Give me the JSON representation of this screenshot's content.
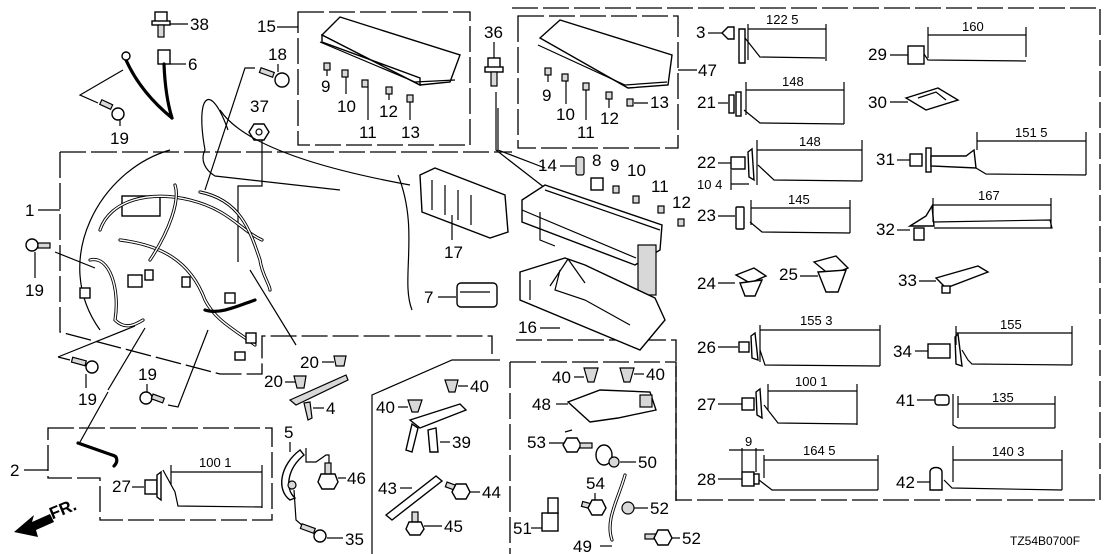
{
  "diagram": {
    "code": "TZ54B0700F",
    "front_arrow_label": "FR.",
    "callouts": {
      "p1": "1",
      "p2": "2",
      "p3": "3",
      "p4": "4",
      "p5": "5",
      "p6": "6",
      "p7": "7",
      "p8": "8",
      "p9a": "9",
      "p9b": "9",
      "p9c": "9",
      "p10a": "10",
      "p10b": "10",
      "p10c": "10",
      "p11a": "11",
      "p11b": "11",
      "p11c": "11",
      "p12a": "12",
      "p12b": "12",
      "p12c": "12",
      "p13a": "13",
      "p13b": "13",
      "p14": "14",
      "p15": "15",
      "p16": "16",
      "p17": "17",
      "p18": "18",
      "p19a": "19",
      "p19b": "19",
      "p19c": "19",
      "p19d": "19",
      "p20a": "20",
      "p20b": "20",
      "p21": "21",
      "p22": "22",
      "p23": "23",
      "p24": "24",
      "p25": "25",
      "p26": "26",
      "p27a": "27",
      "p27b": "27",
      "p28": "28",
      "p29": "29",
      "p30": "30",
      "p31": "31",
      "p32": "32",
      "p33": "33",
      "p34": "34",
      "p35": "35",
      "p36": "36",
      "p37": "37",
      "p38": "38",
      "p39": "39",
      "p40a": "40",
      "p40b": "40",
      "p40c": "40",
      "p40d": "40",
      "p41": "41",
      "p42": "42",
      "p43": "43",
      "p44": "44",
      "p45": "45",
      "p46": "46",
      "p47": "47",
      "p48": "48",
      "p49": "49",
      "p50": "50",
      "p51": "51",
      "p52a": "52",
      "p52b": "52",
      "p53": "53",
      "p54": "54"
    },
    "dimensions": {
      "d3": "122 5",
      "d29": "160",
      "d21": "148",
      "d22": "148",
      "d22_offset": "10 4",
      "d31": "151 5",
      "d23": "145",
      "d32": "167",
      "d26": "155 3",
      "d34": "155",
      "d27": "100 1",
      "d41": "135",
      "d28_offset": "9",
      "d28": "164 5",
      "d42": "140 3",
      "d27b": "100 1"
    }
  }
}
